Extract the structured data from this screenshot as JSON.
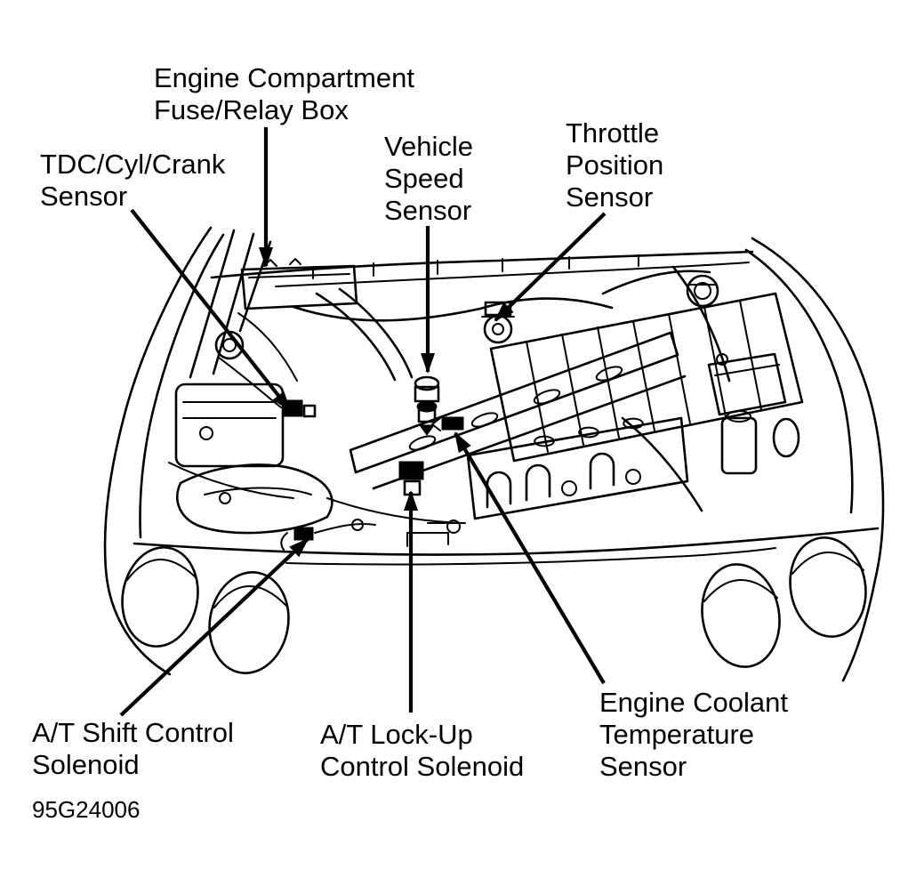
{
  "figure": {
    "id": "95G24006"
  },
  "colors": {
    "ink": "#000000",
    "paper": "#ffffff"
  },
  "labels": {
    "fuse_relay_box": {
      "text": "Engine Compartment\nFuse/Relay Box"
    },
    "tdc_cyl_crank": {
      "text": "TDC/Cyl/Crank\nSensor"
    },
    "vehicle_speed": {
      "text": "Vehicle\nSpeed\nSensor"
    },
    "throttle_position": {
      "text": "Throttle\nPosition\nSensor"
    },
    "at_shift": {
      "text": "A/T Shift Control\nSolenoid"
    },
    "at_lockup": {
      "text": "A/T Lock-Up\nControl Solenoid"
    },
    "engine_coolant": {
      "text": "Engine Coolant\nTemperature\nSensor"
    }
  }
}
